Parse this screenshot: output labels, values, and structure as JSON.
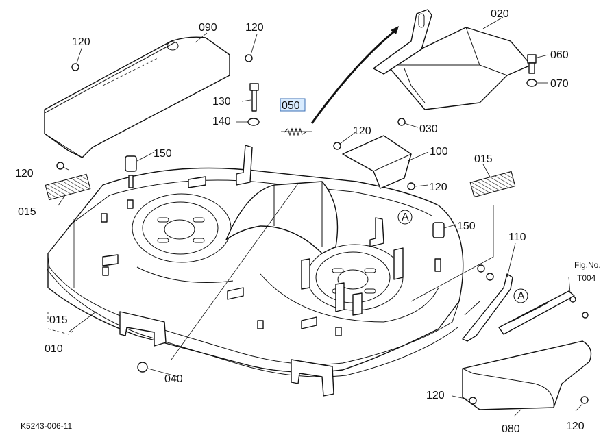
{
  "labels": {
    "p090": "090",
    "p120a": "120",
    "p120b": "120",
    "p120c": "120",
    "p120d": "120",
    "p120e": "120",
    "p120f": "120",
    "p120g": "120",
    "p130": "130",
    "p140": "140",
    "p050": "050",
    "p150a": "150",
    "p150b": "150",
    "p015a": "015",
    "p015b": "015",
    "p015c": "015",
    "p010": "010",
    "p020": "020",
    "p060": "060",
    "p070": "070",
    "p030": "030",
    "p100": "100",
    "p110": "110",
    "p040": "040",
    "p080": "080",
    "refA1": "A",
    "refA2": "A",
    "figno_label": "Fig.No.",
    "figno_value": "T004",
    "drawing_code": "K5243-006-11"
  }
}
